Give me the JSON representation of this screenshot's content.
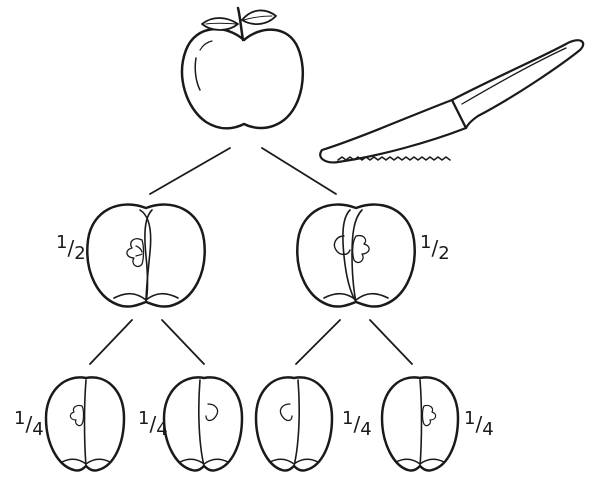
{
  "fractions": {
    "half_left": {
      "num": "1",
      "den": "2"
    },
    "half_right": {
      "num": "1",
      "den": "2"
    },
    "quarter_1": {
      "num": "1",
      "den": "4"
    },
    "quarter_2": {
      "num": "1",
      "den": "4"
    },
    "quarter_3": {
      "num": "1",
      "den": "4"
    },
    "quarter_4": {
      "num": "1",
      "den": "4"
    }
  },
  "colors": {
    "ink": "#1a1a1a",
    "fill": "#ffffff",
    "leaf": "#ffffff"
  }
}
